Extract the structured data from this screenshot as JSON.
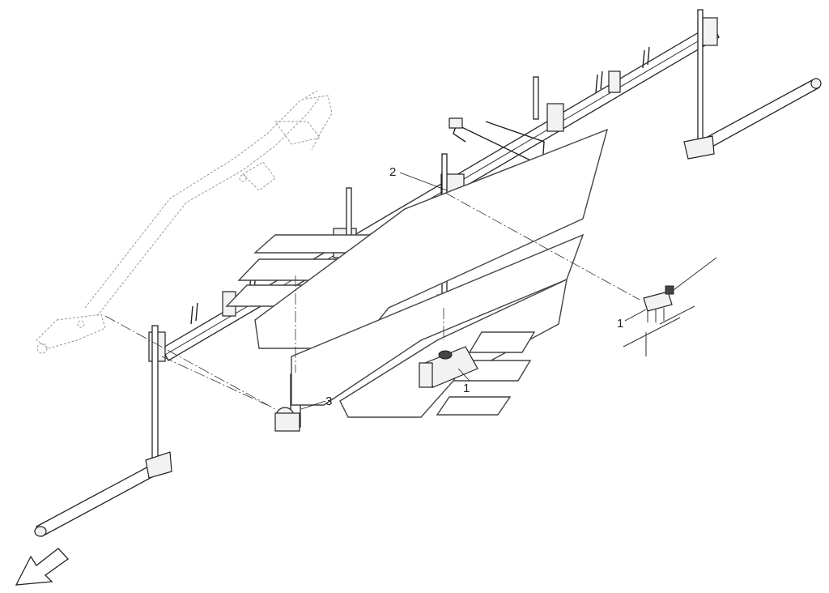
{
  "diagram": {
    "callouts": [
      {
        "id": "c1-right",
        "label": "1"
      },
      {
        "id": "c1-mid",
        "label": "1"
      },
      {
        "id": "c2",
        "label": "2"
      },
      {
        "id": "c3",
        "label": "3"
      }
    ],
    "stroke_color": "#222222",
    "ghost_color": "#9a9a9a",
    "background": "#ffffff"
  }
}
